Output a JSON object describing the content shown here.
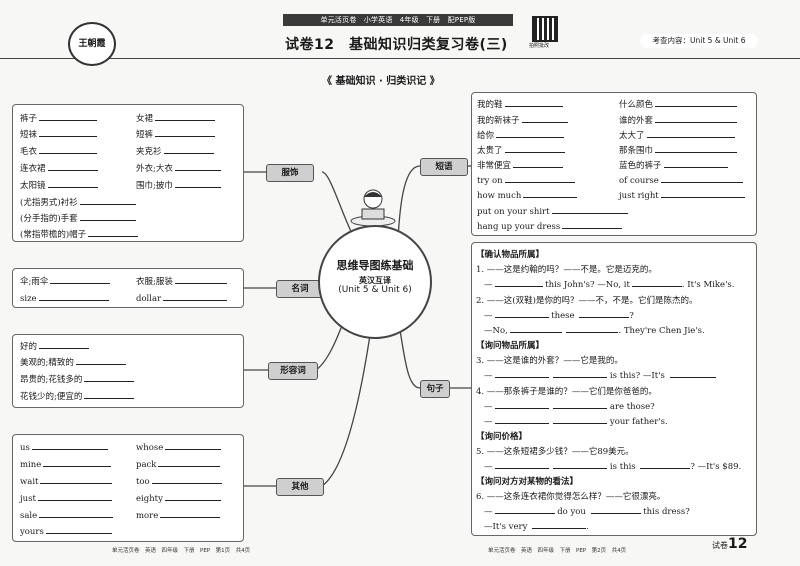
{
  "header": {
    "strip": "单元活页卷　小学英语　4年级　下册　配PEP版",
    "logo": "王朝霞",
    "title": "试卷12　基础知识归类复习卷(三)",
    "qr_label": "拍照批改",
    "content": "考查内容：Unit 5 & Unit 6",
    "section": "《 基础知识 · 归类识记 》"
  },
  "center": {
    "title": "思维导图练基础",
    "sub": "英汉互译",
    "range": "(Unit 5 & Unit 6)"
  },
  "categories": {
    "clothing": "服饰",
    "noun": "名词",
    "adj": "形容词",
    "other": "其他",
    "phrase": "短语",
    "sentence": "句子"
  },
  "clothing": {
    "left": [
      "裤子",
      "短袜",
      "毛衣",
      "连衣裙",
      "太阳镜",
      "(尤指男式)衬衫",
      "(分手指的)手套",
      "(常指带檐的)帽子"
    ],
    "right": [
      "女裙",
      "短裤",
      "夹克衫",
      "外衣;大衣",
      "围巾;披巾"
    ]
  },
  "nouns": {
    "left": [
      "伞;雨伞",
      "size"
    ],
    "right": [
      "衣服;服装",
      "dollar"
    ]
  },
  "adjs": [
    "好的",
    "美观的;精致的",
    "昂贵的;花钱多的",
    "花钱少的;便宜的"
  ],
  "others": {
    "left": [
      "us",
      "mine",
      "wait",
      "just",
      "sale",
      "yours"
    ],
    "right": [
      "whose",
      "pack",
      "too",
      "eighty",
      "more"
    ]
  },
  "phrases": {
    "left": [
      "我的鞋",
      "我的新袜子",
      "给你",
      "太贵了",
      "非常便宜",
      "try on",
      "how much",
      "put on your shirt",
      "hang up your dress"
    ],
    "right": [
      "什么颜色",
      "谁的外套",
      "太大了",
      "那条围巾",
      "蓝色的裤子",
      "of course",
      "just right"
    ]
  },
  "sentences": {
    "h1": "【确认物品所属】",
    "s1": "1. ——这是约翰的吗？——不是。它是迈克的。",
    "s1a": "this John's? —No, it",
    "s1b": ". It's Mike's.",
    "s2": "2. ——这(双鞋)是你的吗？——不，不是。它们是陈杰的。",
    "s2a": "these",
    "s2b": "?",
    "s2c": "—No,",
    "s2d": ". They're Chen Jie's.",
    "h2": "【询问物品所属】",
    "s3": "3. ——这是谁的外套？——它是我的。",
    "s3a": "is this? —It's",
    "s4": "4. ——那条裤子是谁的？——它们是你爸爸的。",
    "s4a": "are those?",
    "s4b": "your father's.",
    "h3": "【询问价格】",
    "s5": "5. ——这条短裙多少钱？——它89美元。",
    "s5a": "is this",
    "s5b": "? —It's $89.",
    "h4": "【询问对方对某物的看法】",
    "s6": "6. ——这条连衣裙你觉得怎么样？——它很漂亮。",
    "s6a": "do you",
    "s6b": "this dress?",
    "s6c": "—It's very",
    "s6d": "."
  },
  "footer": {
    "left": "单元活页卷　英语　四年级　下册　PEP　第1页　共4页",
    "right": "单元活页卷　英语　四年级　下册　PEP　第2页　共4页",
    "page_label": "试卷",
    "page_num": "12"
  }
}
